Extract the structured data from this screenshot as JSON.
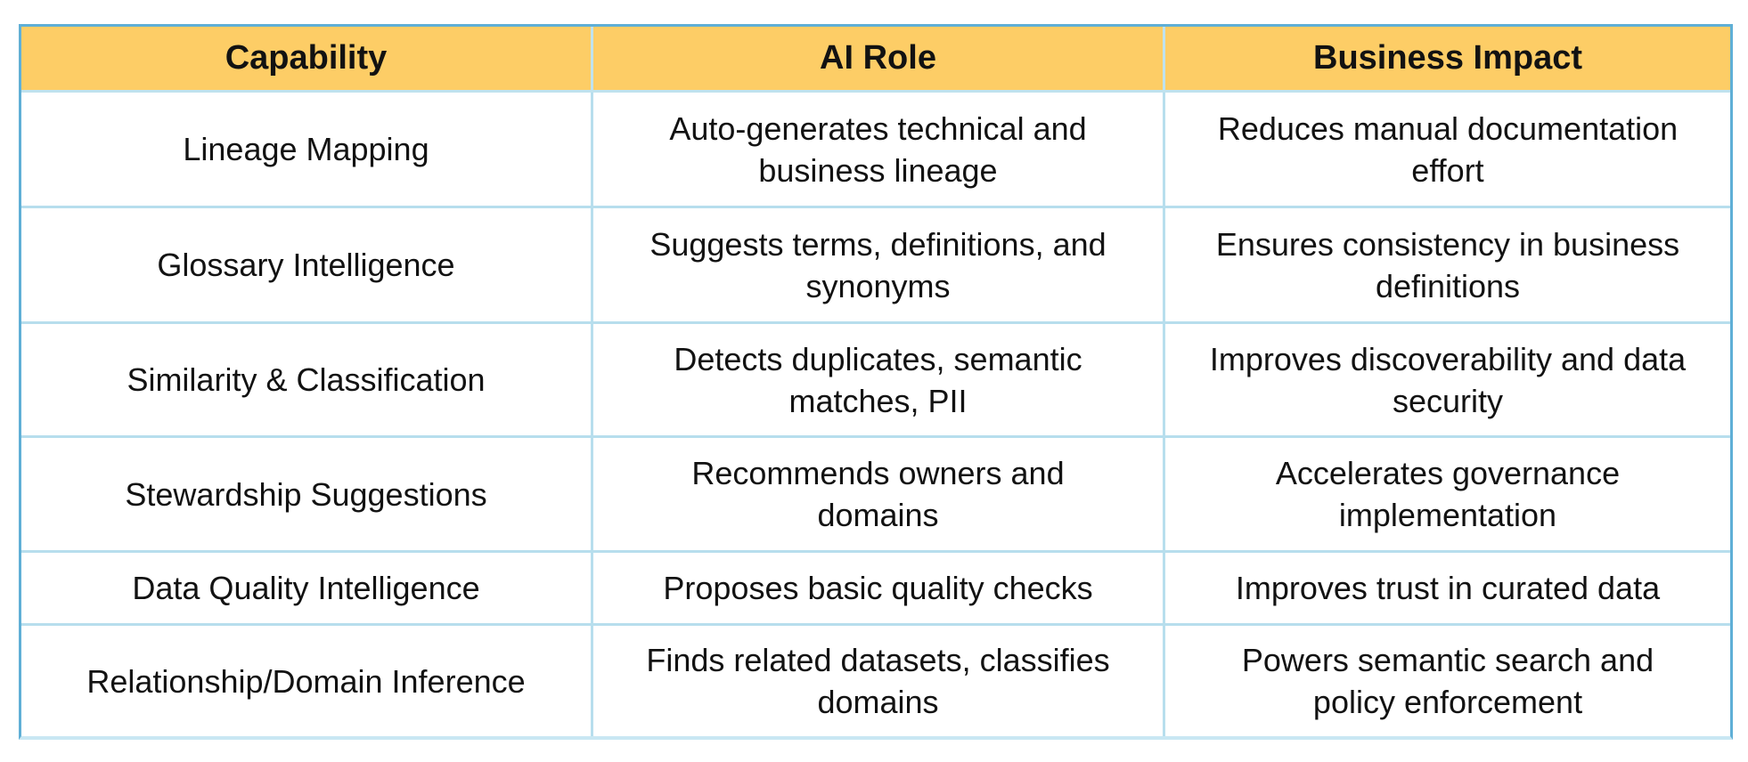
{
  "chart_data": {
    "type": "table",
    "title": "",
    "columns": [
      "Capability",
      "AI Role",
      "Business Impact"
    ],
    "rows": [
      [
        "Lineage Mapping",
        "Auto-generates technical and\nbusiness lineage",
        "Reduces manual documentation\neffort"
      ],
      [
        "Glossary Intelligence",
        "Suggests terms, definitions, and\nsynonyms",
        "Ensures consistency in business\ndefinitions"
      ],
      [
        "Similarity & Classification",
        "Detects duplicates, semantic\nmatches, PII",
        "Improves discoverability and data\nsecurity"
      ],
      [
        "Stewardship Suggestions",
        "Recommends owners and\ndomains",
        "Accelerates governance\nimplementation"
      ],
      [
        "Data Quality Intelligence",
        "Proposes basic quality checks",
        "Improves trust in curated data"
      ],
      [
        "Relationship/Domain Inference",
        "Finds related datasets, classifies\ndomains",
        "Powers semantic search and\npolicy enforcement"
      ]
    ],
    "layout_hints": {
      "header_background": "#fdcd66",
      "outer_border_color": "#5fafd6",
      "inner_border_color": "#b7deed",
      "bottom_border_color": "#c9e7f3",
      "text_color": "#121212",
      "column_alignment": "center"
    }
  }
}
